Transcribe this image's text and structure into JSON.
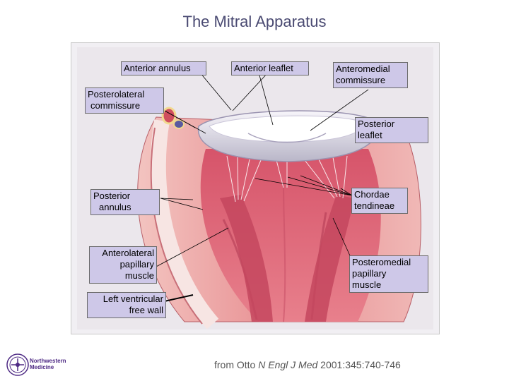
{
  "slide": {
    "title": "The Mitral Apparatus"
  },
  "labels": {
    "anterior_annulus": "Anterior annulus",
    "anterior_leaflet": "Anterior leaflet",
    "anteromedial_commissure": [
      "Anteromedial",
      "commissure"
    ],
    "posterolateral_commissure": [
      "Posterolateral",
      "commissure"
    ],
    "posterior_leaflet": [
      "Posterior",
      "leaflet"
    ],
    "posterior_annulus": [
      "Posterior",
      "annulus"
    ],
    "chordae_tendineae": [
      "Chordae",
      "tendineae"
    ],
    "anterolateral_papillary_muscle": [
      "Anterolateral",
      "papillary",
      "muscle"
    ],
    "posteromedial_papillary_muscle": [
      "Posteromedial",
      "papillary",
      "muscle"
    ],
    "left_ventricular_free_wall": [
      "Left ventricular",
      "free wall"
    ]
  },
  "citation": {
    "prefix": "from Otto ",
    "journal": "N Engl J Med",
    "suffix": " 2001:345:740-746"
  },
  "logo": {
    "line1": "Northwestern",
    "line2": "Medicine"
  },
  "colors": {
    "label_fill": "#cec8e8",
    "title": "#4a4a72",
    "logo": "#4e2a84"
  }
}
